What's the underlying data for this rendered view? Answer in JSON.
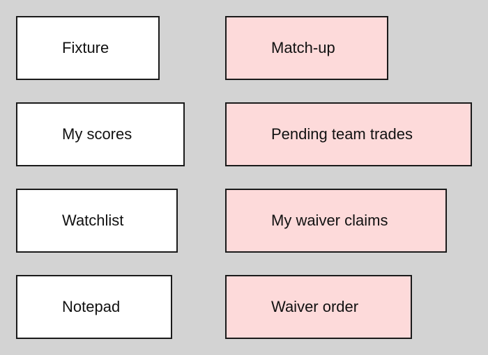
{
  "left_column": [
    {
      "label": "Fixture"
    },
    {
      "label": "My scores"
    },
    {
      "label": "Watchlist"
    },
    {
      "label": "Notepad"
    }
  ],
  "right_column": [
    {
      "label": "Match-up"
    },
    {
      "label": "Pending team trades"
    },
    {
      "label": "My waiver claims"
    },
    {
      "label": "Waiver order"
    }
  ],
  "colors": {
    "background": "#d3d3d3",
    "tile_white": "#ffffff",
    "tile_pink": "#fddada",
    "border": "#1a1a1a"
  }
}
